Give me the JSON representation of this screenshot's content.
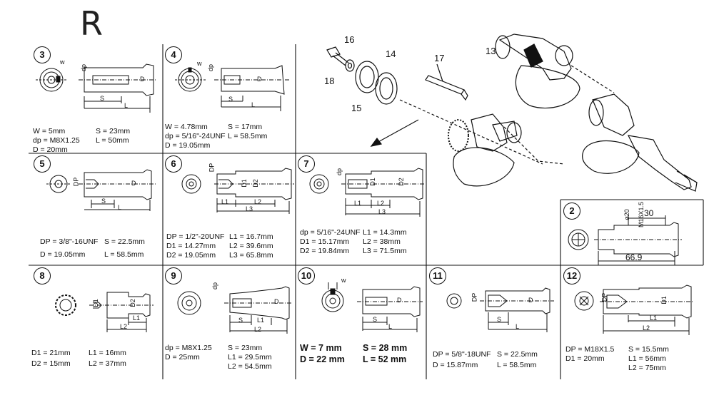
{
  "header": {
    "section_letter": "R"
  },
  "callouts": [
    "13",
    "14",
    "15",
    "16",
    "17",
    "18"
  ],
  "panel_2": {
    "number": "2",
    "dims": [
      "M16X1.5",
      "ø20",
      "30",
      "66.9"
    ]
  },
  "panel_3": {
    "number": "3",
    "marks": [
      "w",
      "dp",
      "S",
      "L",
      "D"
    ],
    "specs": [
      [
        "W = 5mm",
        "S = 23mm"
      ],
      [
        "dp = M8X1.25",
        "L = 50mm"
      ],
      [
        "D = 20mm",
        ""
      ]
    ]
  },
  "panel_4": {
    "number": "4",
    "marks": [
      "w",
      "dp",
      "S",
      "L",
      "D"
    ],
    "specs": [
      [
        "W = 4.78mm",
        "S = 17mm"
      ],
      [
        "dp = 5/16\"-24UNF",
        "L = 58.5mm"
      ],
      [
        "D = 19.05mm",
        ""
      ]
    ]
  },
  "panel_5": {
    "number": "5",
    "marks": [
      "DP",
      "S",
      "L",
      "D"
    ],
    "specs": [
      [
        "DP = 3/8\"-16UNF",
        "S = 22.5mm"
      ],
      [
        "D = 19.05mm",
        "L = 58.5mm"
      ]
    ]
  },
  "panel_6": {
    "number": "6",
    "marks": [
      "DP",
      "D1",
      "D2",
      "L1",
      "L2",
      "L3"
    ],
    "specs": [
      [
        "DP = 1/2\"-20UNF",
        "L1 = 16.7mm"
      ],
      [
        "D1 = 14.27mm",
        "L2 = 39.6mm"
      ],
      [
        "D2 = 19.05mm",
        "L3 = 65.8mm"
      ]
    ]
  },
  "panel_7": {
    "number": "7",
    "marks": [
      "dp",
      "D1",
      "D2",
      "L1",
      "L2",
      "L3"
    ],
    "specs": [
      [
        "dp = 5/16\"-24UNF",
        "L1 = 14.3mm"
      ],
      [
        "D1 = 15.17mm",
        "L2 = 38mm"
      ],
      [
        "D2 = 19.84mm",
        "L3 = 71.5mm"
      ]
    ]
  },
  "panel_8": {
    "number": "8",
    "marks": [
      "D1",
      "D2",
      "L1",
      "L2"
    ],
    "specs": [
      [
        "D1 = 21mm",
        "L1 = 16mm"
      ],
      [
        "D2 = 15mm",
        "L2 = 37mm"
      ]
    ]
  },
  "panel_9": {
    "number": "9",
    "marks": [
      "dp",
      "S",
      "L1",
      "L2",
      "D"
    ],
    "specs": [
      [
        "dp = M8X1.25",
        "S = 23mm"
      ],
      [
        "D = 25mm",
        "L1 = 29.5mm"
      ],
      [
        "",
        "L2 = 54.5mm"
      ]
    ]
  },
  "panel_10": {
    "number": "10",
    "marks": [
      "w",
      "S",
      "L",
      "D"
    ],
    "specs": [
      [
        "W = 7 mm",
        "S = 28 mm"
      ],
      [
        "D = 22 mm",
        "L = 52 mm"
      ]
    ]
  },
  "panel_11": {
    "number": "11",
    "marks": [
      "DP",
      "S",
      "L",
      "D"
    ],
    "specs": [
      [
        "DP = 5/8\"-18UNF",
        "S = 22.5mm"
      ],
      [
        "D = 15.87mm",
        "L = 58.5mm"
      ]
    ]
  },
  "panel_12": {
    "number": "12",
    "marks": [
      "DP",
      "D1",
      "L1",
      "L2"
    ],
    "specs": [
      [
        "DP = M18X1.5",
        "S = 15.5mm"
      ],
      [
        "D1 = 20mm",
        "L1 = 56mm"
      ],
      [
        "",
        "L2 = 75mm"
      ]
    ]
  }
}
